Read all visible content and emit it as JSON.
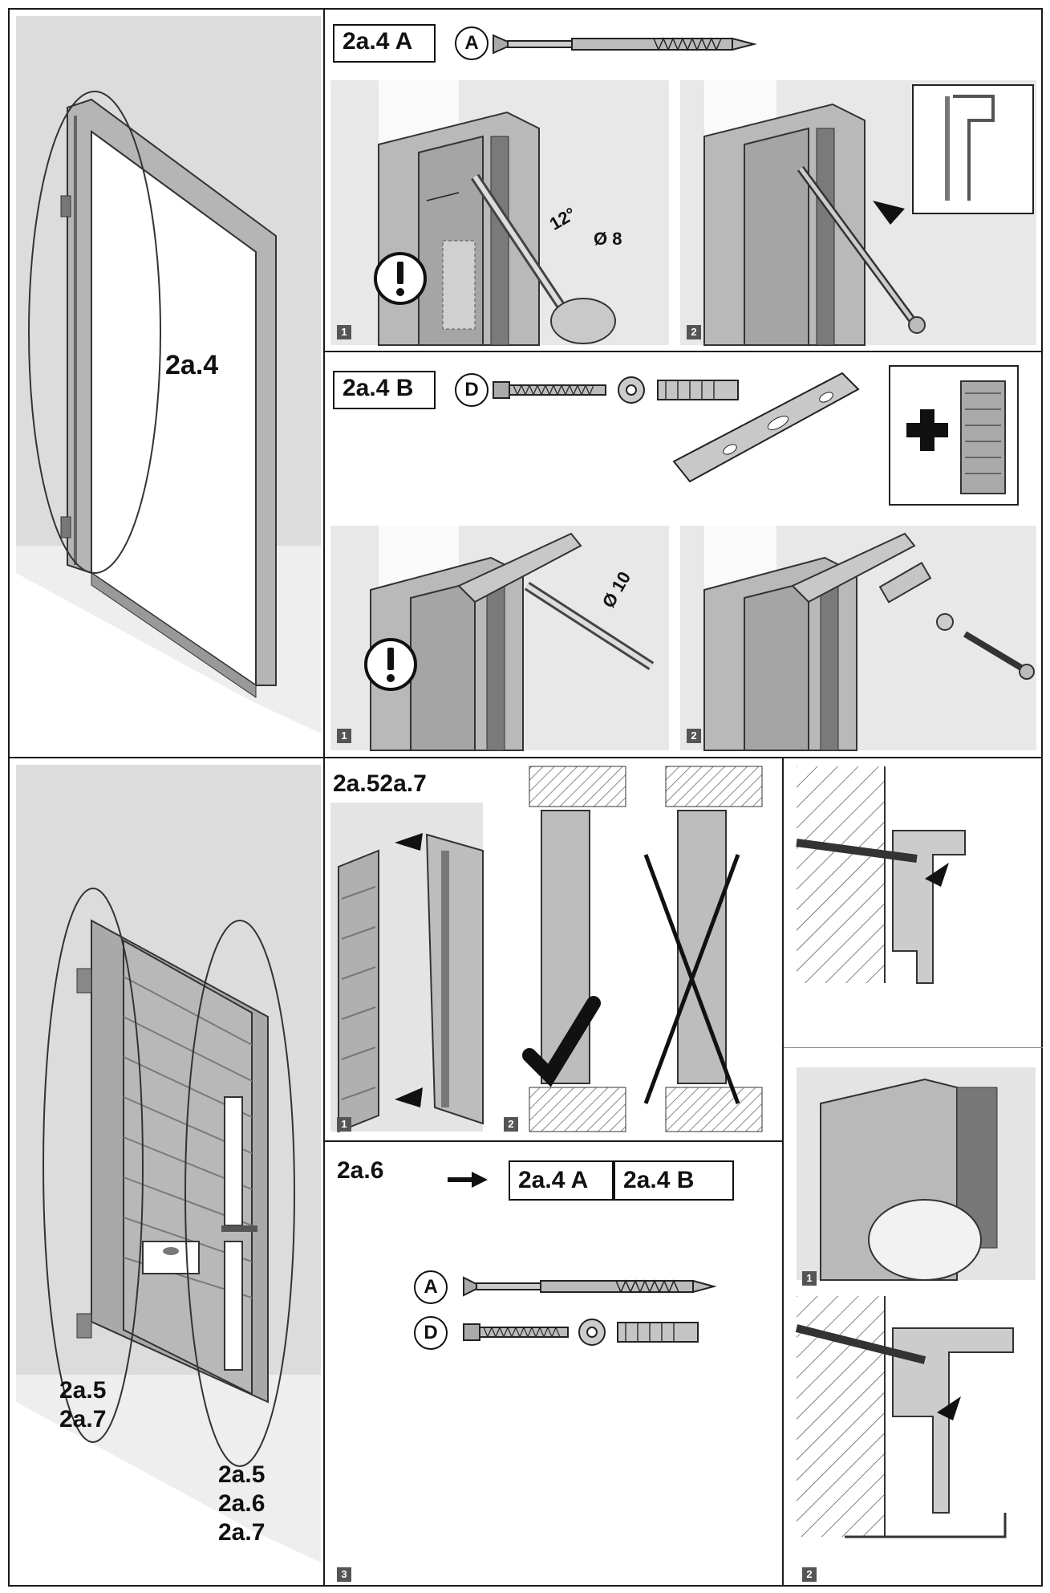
{
  "top_section": {
    "overview_label": "2a.4",
    "panel_a": {
      "title": "2a.4 A",
      "fastener_letter": "A",
      "step1": {
        "num": "1",
        "angle": "12°",
        "drill_diameter": "Ø 8"
      },
      "step2": {
        "num": "2"
      }
    },
    "panel_b": {
      "title": "2a.4 B",
      "fastener_letter": "D",
      "step1": {
        "num": "1",
        "drill_diameter": "Ø 10"
      },
      "step2": {
        "num": "2"
      }
    }
  },
  "bottom_section": {
    "left_labels": [
      "2a.5",
      "2a.7"
    ],
    "right_labels": [
      "2a.5",
      "2a.6",
      "2a.7"
    ],
    "middle": {
      "title": "2a.52a.7",
      "step1": {
        "num": "1"
      },
      "step2": {
        "num": "2"
      }
    },
    "panel_26": {
      "title": "2a.6",
      "ref_a": "2a.4 A",
      "ref_b": "2a.4 B",
      "fastener_a": "A",
      "fastener_d": "D",
      "step3": {
        "num": "3"
      }
    },
    "right_panel": {
      "step1": {
        "num": "1"
      },
      "step2": {
        "num": "2"
      }
    }
  },
  "colors": {
    "frame_grey": "#9a9a9a",
    "wall_grey": "#d9d9d9",
    "line": "#1a1a1a"
  }
}
